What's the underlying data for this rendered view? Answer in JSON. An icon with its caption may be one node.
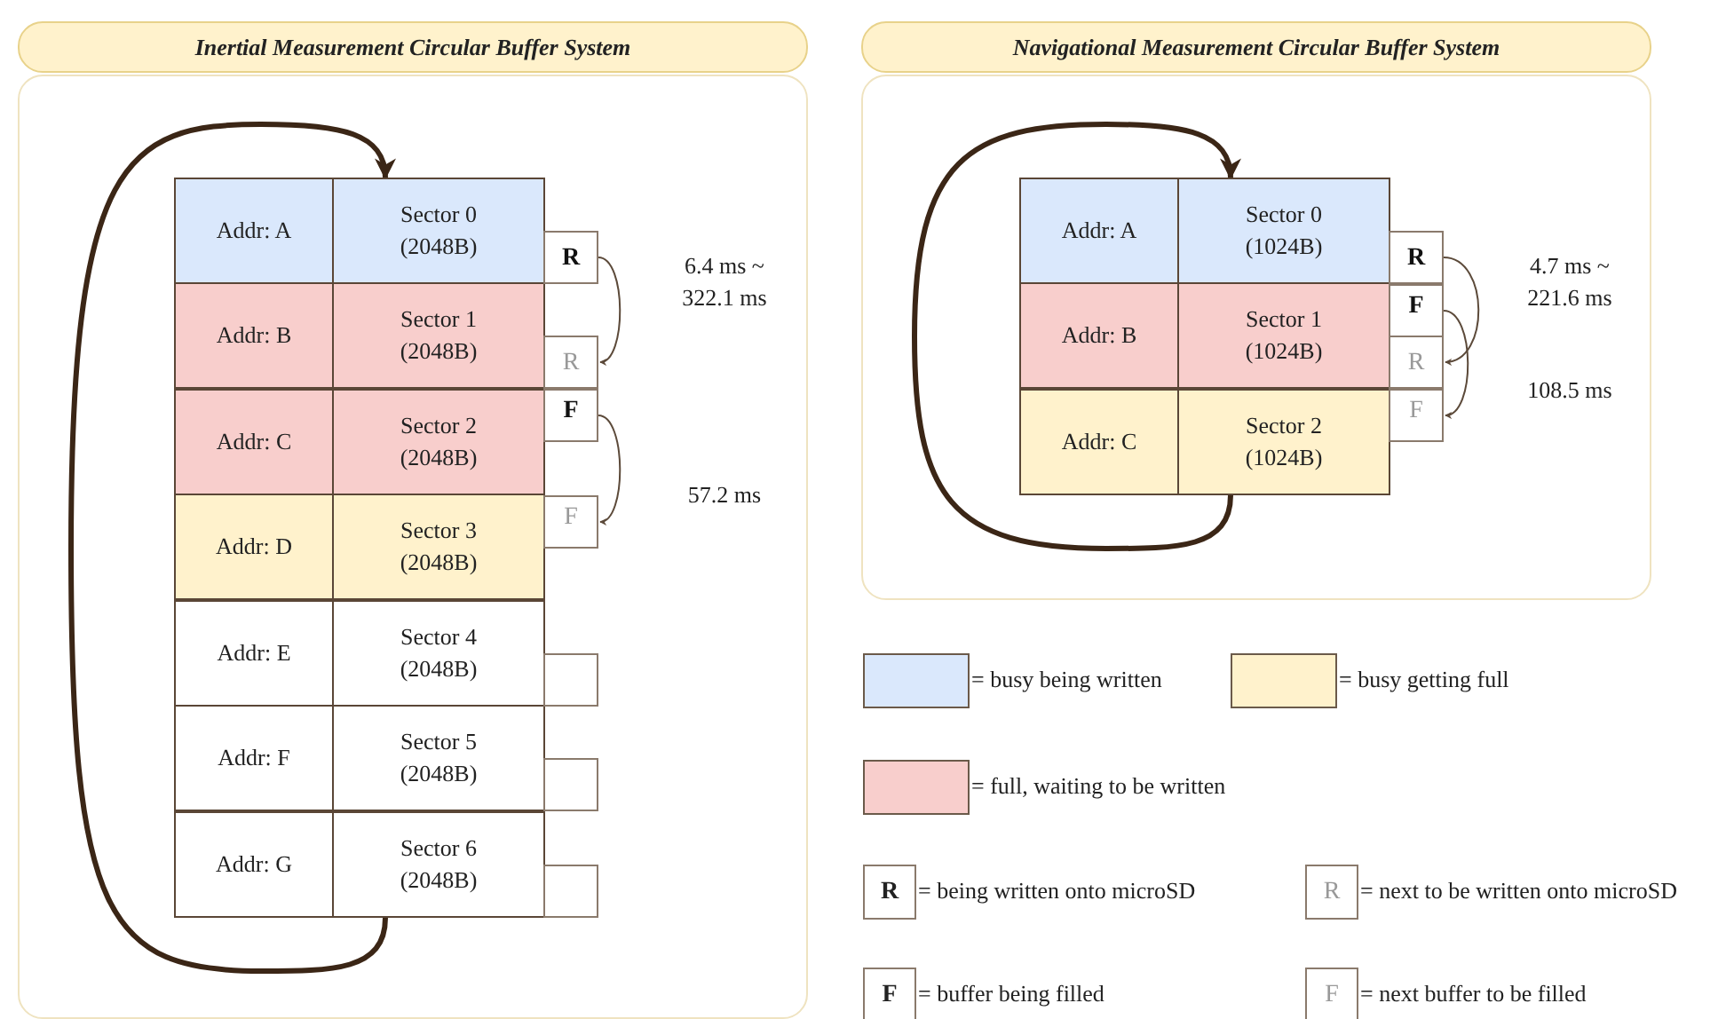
{
  "diagram": {
    "nodes": [
      {
        "text": [
          "Inertial Measurement Circular Buffer System"
        ]
      },
      {
        "text": [
          "Addr: A"
        ],
        "in": 0
      },
      {
        "text": [
          "Sector 0 (2048B)"
        ],
        "in": 0
      },
      {
        "text": [
          "Addr: B"
        ],
        "in": 0
      },
      {
        "text": [
          "Sector 1 (2048B)"
        ],
        "in": 0
      },
      {
        "text": [
          "Addr: C"
        ],
        "in": 0
      },
      {
        "text": [
          "Sector 2 (2048B)"
        ],
        "in": 0
      },
      {
        "text": [
          "Addr: D"
        ],
        "in": 0
      },
      {
        "text": [
          "Sector 3 (2048B)"
        ],
        "in": 0
      },
      {
        "text": [
          "Addr: E"
        ],
        "in": 0
      },
      {
        "text": [
          "Sector 4 (2048B)"
        ],
        "in": 0
      },
      {
        "text": [
          "Addr: F"
        ],
        "in": 0
      },
      {
        "text": [
          "Sector 5 (2048B)"
        ],
        "in": 0
      },
      {
        "text": [
          "Addr: G"
        ],
        "in": 0
      },
      {
        "text": [
          "Sector 6 (2048B)"
        ],
        "in": 0
      },
      {
        "text": [
          "R"
        ],
        "in": 0
      },
      {
        "text": [
          "R"
        ],
        "in": 0
      },
      {
        "text": [
          "F"
        ],
        "in": 0
      },
      {
        "text": [
          "F"
        ],
        "in": 0
      },
      {
        "text": [],
        "shape": "box",
        "in": 0
      },
      {
        "text": [],
        "shape": "box",
        "in": 0
      },
      {
        "text": [],
        "shape": "box",
        "in": 0
      },
      {
        "text": [
          "Navigational Measurement Circular Buffer System"
        ]
      },
      {
        "text": [
          "Addr: A"
        ],
        "in": 22
      },
      {
        "text": [
          "Sector 0 (1024B)"
        ],
        "in": 22
      },
      {
        "text": [
          "Addr: B"
        ],
        "in": 22
      },
      {
        "text": [
          "Sector 1 (1024B)"
        ],
        "in": 22
      },
      {
        "text": [
          "Addr: C"
        ],
        "in": 22
      },
      {
        "text": [
          "Sector 2 (1024B)"
        ],
        "in": 22
      },
      {
        "text": [
          "R"
        ],
        "in": 22
      },
      {
        "text": [
          "F"
        ],
        "in": 22
      },
      {
        "text": [
          "R"
        ],
        "in": 22
      },
      {
        "text": [
          "F"
        ],
        "in": 22
      }
    ],
    "edges": [
      {
        "from": 14,
        "to": 2,
        "arrow": "to",
        "style": "thick"
      },
      {
        "from": 15,
        "to": 16,
        "arrow": "to",
        "label": "6.4 ms ~ 322.1 ms"
      },
      {
        "from": 17,
        "to": 18,
        "arrow": "to",
        "label": "57.2 ms"
      },
      {
        "from": 28,
        "to": 24,
        "arrow": "to",
        "style": "thick"
      },
      {
        "from": 29,
        "to": 31,
        "arrow": "to",
        "label": "4.7 ms ~ 221.6 ms"
      },
      {
        "from": 30,
        "to": 32,
        "arrow": "to",
        "label": "108.5 ms"
      }
    ],
    "labels": [
      "R",
      "R",
      "F",
      "F"
    ],
    "legend": [
      {
        "text": "= busy being written",
        "color": "#dae8fc"
      },
      {
        "text": "= busy getting full",
        "color": "#fff2cc"
      },
      {
        "text": "= full, waiting to be written",
        "color": "#f8cecc"
      },
      {
        "text": "= being written onto microSD"
      },
      {
        "text": "= next to be written onto microSD"
      },
      {
        "text": "= buffer being filled"
      },
      {
        "text": "= next buffer to be filled"
      }
    ]
  }
}
